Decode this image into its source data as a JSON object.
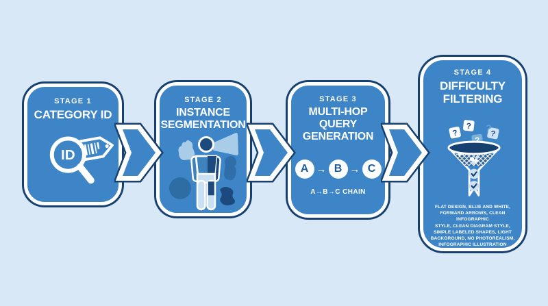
{
  "background": "#d9e8f6",
  "colors": {
    "box_fill": "#3d85c6",
    "box_border_navy": "#16406f",
    "white": "#ffffff",
    "pale_blue": "#cfe3f4",
    "light_blue": "#a9cde9",
    "mid_blue": "#7ab0dc",
    "deep_blue": "#2e6da4",
    "navy": "#1d4a7e"
  },
  "stages": [
    {
      "label": "STAGE 1",
      "title": "CATEGORY ID",
      "icon": "id-magnifier-tag-icon",
      "icon_text": "ID"
    },
    {
      "label": "STAGE 2",
      "title": "INSTANCE\nSEGMENTATION",
      "icon": "person-segmentation-icon"
    },
    {
      "label": "STAGE 3",
      "title": "MULTI-HOP\nQUERY\nGENERATION",
      "icon": "abc-chain-icon",
      "chain_nodes": [
        "A",
        "B",
        "C"
      ],
      "chain_arrow": "→",
      "chain_caption": "A→B→C CHAIN"
    },
    {
      "label": "STAGE 4",
      "title": "DIFFICULTY\nFILTERING",
      "icon": "funnel-filter-icon",
      "qmark": "?",
      "description_lines": [
        "FLAT DESIGN, BLUE AND WHITE,",
        "FORWARD ARROWS, CLEAN INFOGRAPHIC",
        "STYLE, CLEAN DIAGRAM STYLE,",
        "SIMPLE LABELED SHAPES, LIGHT",
        "BACKGROUND, NO PHOTOREALISM,",
        "INFOGRAPHIC ILLUSTRATION"
      ]
    }
  ]
}
